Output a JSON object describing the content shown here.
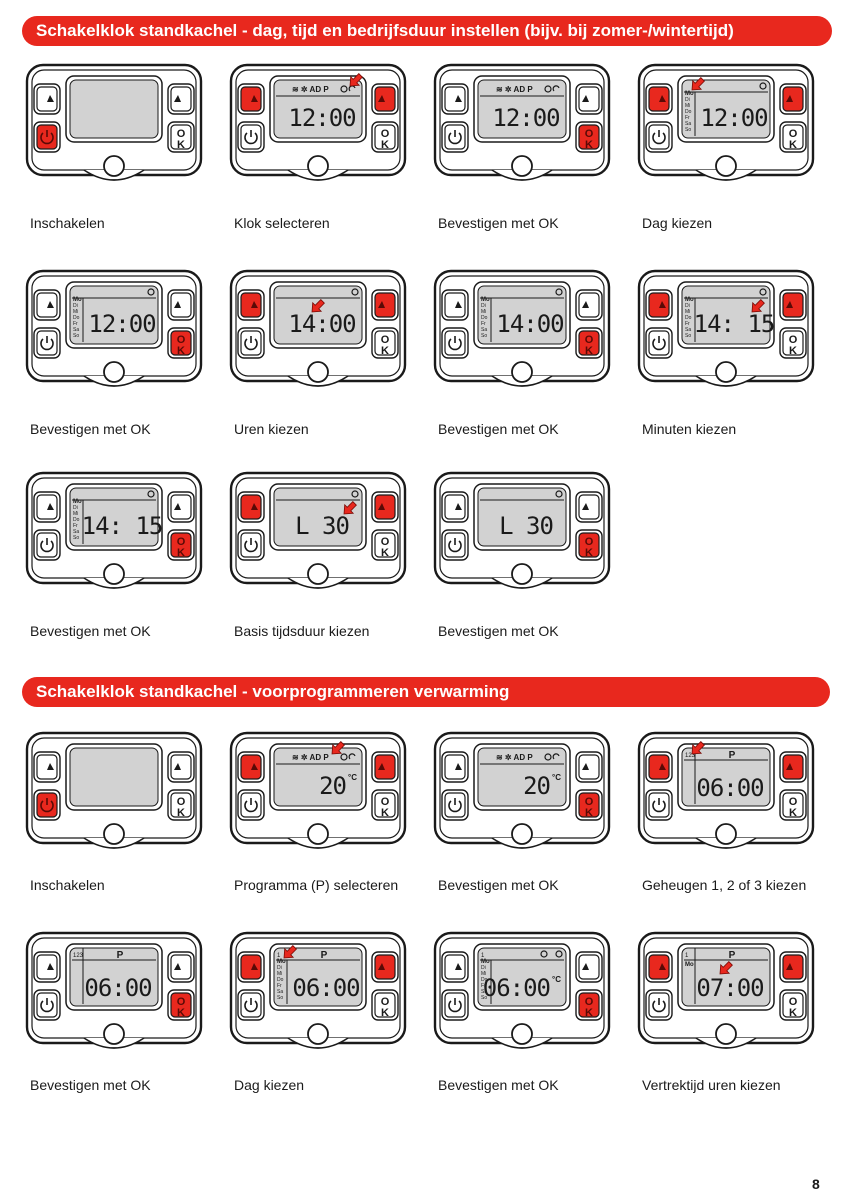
{
  "section1": {
    "title": "Schakelklok standkachel - dag, tijd en bedrijfsduur instellen (bijv. bij zomer-/wintertijd)",
    "steps": [
      {
        "caption": "Inschakelen",
        "icons": false,
        "days": false,
        "clock": false,
        "text": "",
        "active": [
          "power"
        ],
        "arrow": false
      },
      {
        "caption": "Klok selecteren",
        "icons": true,
        "days": false,
        "clock": false,
        "text": "12:00",
        "active": [
          "up",
          "down"
        ],
        "arrow": "icons"
      },
      {
        "caption": "Bevestigen met OK",
        "icons": true,
        "days": false,
        "clock": false,
        "text": "12:00",
        "active": [
          "ok"
        ],
        "arrow": false
      },
      {
        "caption": "Dag kiezen",
        "icons": false,
        "days": true,
        "clock": true,
        "text": "12:00",
        "active": [
          "up",
          "down"
        ],
        "arrow": "days"
      },
      {
        "caption": "Bevestigen met OK",
        "icons": false,
        "days": true,
        "clock": true,
        "text": "12:00",
        "active": [
          "ok"
        ],
        "arrow": false
      },
      {
        "caption": "Uren kiezen",
        "icons": false,
        "days": false,
        "clock": true,
        "text": "14:00",
        "active": [
          "up",
          "down"
        ],
        "arrow": "main"
      },
      {
        "caption": "Bevestigen met OK",
        "icons": false,
        "days": true,
        "clock": true,
        "text": "14:00",
        "active": [
          "ok"
        ],
        "arrow": false
      },
      {
        "caption": "Minuten kiezen",
        "icons": false,
        "days": true,
        "clock": true,
        "text": "14: 15",
        "active": [
          "up",
          "down"
        ],
        "arrow": "main-right"
      },
      {
        "caption": "Bevestigen met OK",
        "icons": false,
        "days": true,
        "clock": true,
        "text": "14: 15",
        "active": [
          "ok"
        ],
        "arrow": false
      },
      {
        "caption": "Basis tijdsduur kiezen",
        "icons": false,
        "days": false,
        "clock": true,
        "text": "L 30",
        "active": [
          "up",
          "down"
        ],
        "arrow": "main-right"
      },
      {
        "caption": "Bevestigen met OK",
        "icons": false,
        "days": false,
        "clock": true,
        "text": "L 30",
        "active": [
          "ok"
        ],
        "arrow": false
      }
    ]
  },
  "section2": {
    "title": "Schakelklok standkachel - voorprogrammeren verwarming",
    "steps": [
      {
        "caption": "Inschakelen",
        "icons": false,
        "days": false,
        "clock": false,
        "text": "",
        "active": [
          "power"
        ],
        "arrow": false
      },
      {
        "caption": "Programma (P) selecteren",
        "icons": true,
        "days": false,
        "clock": false,
        "text": "20",
        "unit": "°C",
        "active": [
          "up",
          "down"
        ],
        "arrow": "icons-p"
      },
      {
        "caption": "Bevestigen met OK",
        "icons": true,
        "days": false,
        "clock": false,
        "text": "20",
        "unit": "°C",
        "active": [
          "ok"
        ],
        "arrow": false
      },
      {
        "caption": "Geheugen 1, 2 of 3 kiezen",
        "mem": "123",
        "p": "P",
        "days": false,
        "clock": false,
        "text": "06:00",
        "active": [
          "up",
          "down"
        ],
        "arrow": "mem"
      },
      {
        "caption": "Bevestigen met OK",
        "mem": "123",
        "p": "P",
        "days": false,
        "clock": false,
        "text": "06:00",
        "active": [
          "ok"
        ],
        "arrow": false
      },
      {
        "caption": "Dag kiezen",
        "mem": "1",
        "p": "P",
        "days": true,
        "clock": false,
        "text": "06:00",
        "active": [
          "up",
          "down"
        ],
        "arrow": "days"
      },
      {
        "caption": "Bevestigen met OK",
        "mem": "1",
        "days": true,
        "clock": true,
        "text": "06:00",
        "unit": "°C",
        "active": [
          "ok"
        ],
        "arrow": false
      },
      {
        "caption": "Vertrektijd uren kiezen",
        "mem": "1",
        "p": "P",
        "days": false,
        "clock": false,
        "daylabel": "Mo",
        "text": "07:00",
        "active": [
          "up",
          "down"
        ],
        "arrow": "main"
      }
    ]
  },
  "device": {
    "days": [
      "Mo",
      "Di",
      "Mi",
      "Do",
      "Fr",
      "Sa",
      "So"
    ],
    "icon_row": "≋ ✲ AD P",
    "ok_label": "OK"
  },
  "colors": {
    "accent": "#e8281e",
    "lcd": "#d2d2d2",
    "frame": "#1a1a1a"
  },
  "page_number": "8"
}
